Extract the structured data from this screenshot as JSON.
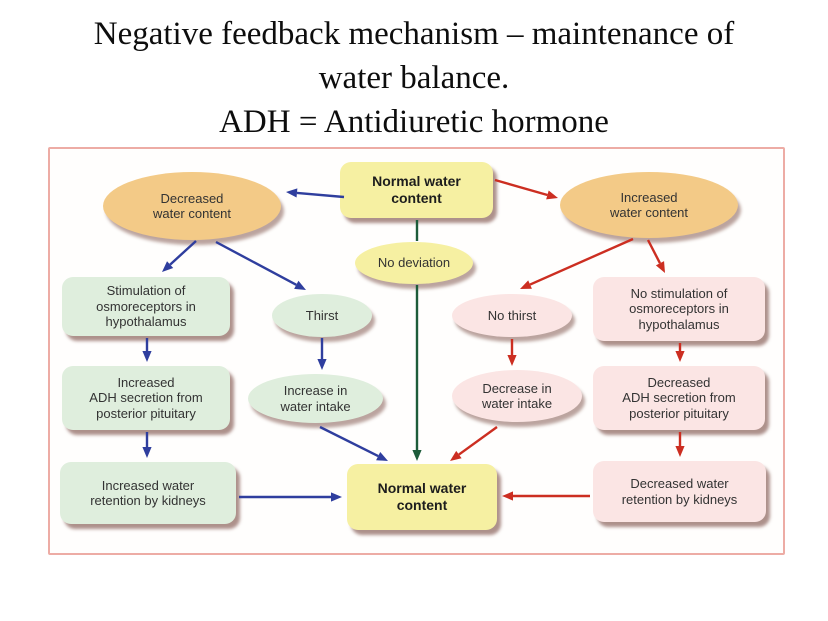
{
  "title": {
    "line1": "Negative feedback mechanism – maintenance of",
    "line2": "water balance.",
    "line3": "ADH = Antidiuretic hormone"
  },
  "diagram": {
    "nodes": {
      "normal_top": "Normal water\ncontent",
      "decreased_water": "Decreased\nwater content",
      "increased_water": "Increased\nwater content",
      "no_deviation": "No deviation",
      "stimulation_osmoreceptors": "Stimulation of\nosmoreceptors in\nhypothalamus",
      "thirst": "Thirst",
      "no_thirst": "No thirst",
      "no_stimulation_osmoreceptors": "No stimulation of\nosmoreceptors in\nhypothalamus",
      "increased_adh": "Increased\nADH secretion from\nposterior pituitary",
      "increase_intake": "Increase in\nwater intake",
      "decrease_intake": "Decrease in\nwater intake",
      "decreased_adh": "Decreased\nADH secretion from\nposterior pituitary",
      "increased_retention": "Increased water\nretention by kidneys",
      "normal_bottom": "Normal water\ncontent",
      "decreased_retention": "Decreased water\nretention by kidneys"
    },
    "colors": {
      "arrow_blue": "#2f3e9e",
      "arrow_red": "#cc2e21",
      "arrow_green": "#1d5c3a",
      "node_orange": "#f3ca87",
      "node_yellow": "#f6f0a2",
      "node_green": "#dfeedd",
      "node_pink": "#fbe5e4",
      "frame_border": "#edaca5"
    }
  }
}
